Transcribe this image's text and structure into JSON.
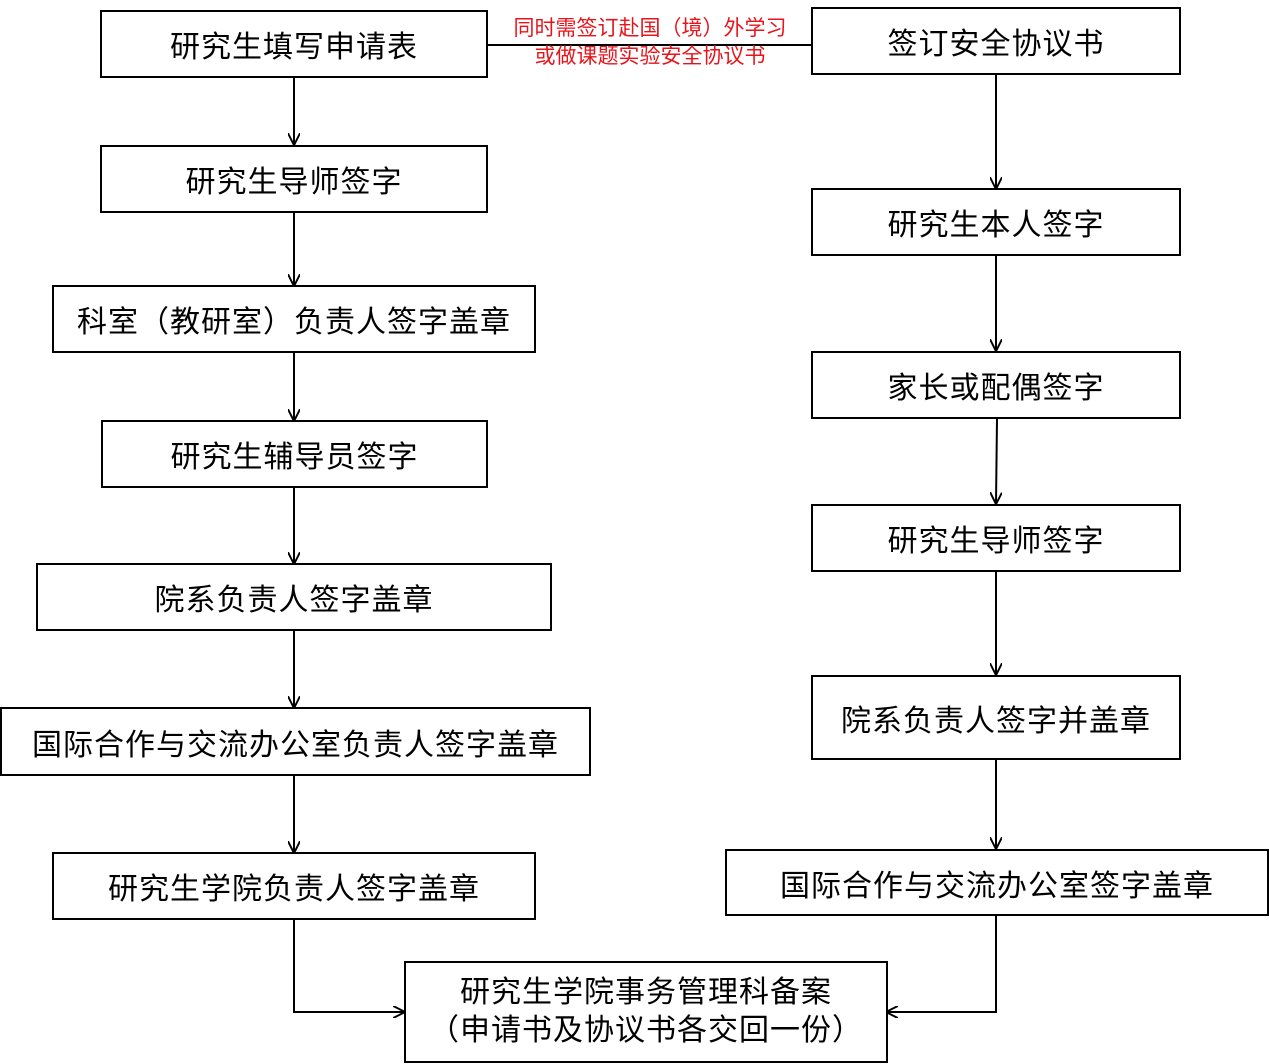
{
  "left_column": {
    "step1": "研究生填写申请表",
    "step2": "研究生导师签字",
    "step3": "科室（教研室）负责人签字盖章",
    "step4": "研究生辅导员签字",
    "step5": "院系负责人签字盖章",
    "step6": "国际合作与交流办公室负责人签字盖章",
    "step7": "研究生学院负责人签字盖章"
  },
  "right_column": {
    "step1": "签订安全协议书",
    "step2": "研究生本人签字",
    "step3": "家长或配偶签字",
    "step4": "研究生导师签字",
    "step5": "院系负责人签字并盖章",
    "step6": "国际合作与交流办公室签字盖章"
  },
  "connector_note": {
    "line1": "同时需签订赴国（境）外学习",
    "line2": "或做课题实验安全协议书"
  },
  "final_box": {
    "line1": "研究生学院事务管理科备案",
    "line2": "（申请书及协议书各交回一份）"
  },
  "colors": {
    "note": "#e8141b",
    "line": "#000000"
  }
}
